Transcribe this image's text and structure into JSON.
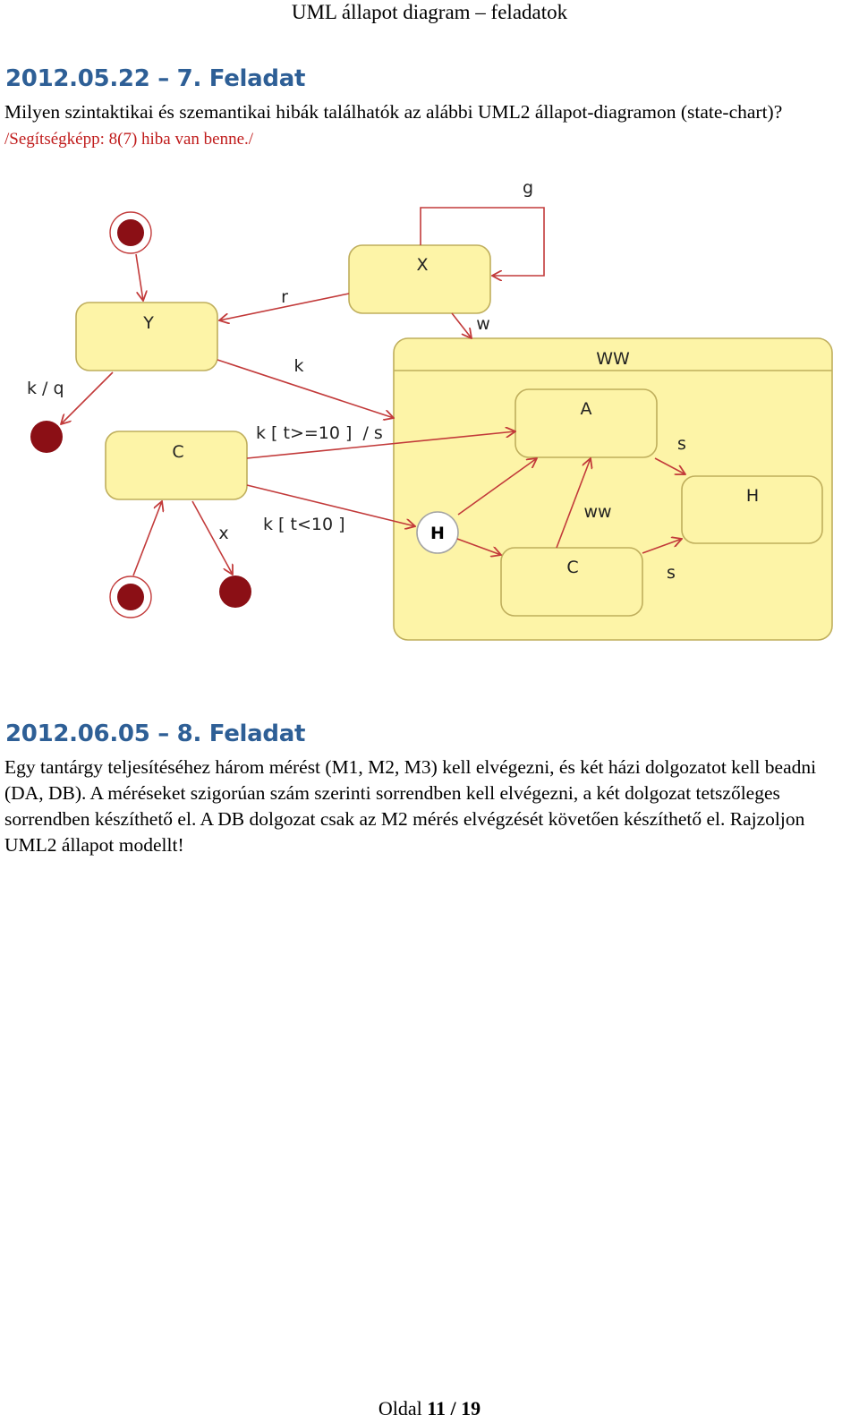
{
  "header": {
    "title": "UML állapot diagram – feladatok"
  },
  "task7": {
    "heading": "2012.05.22 – 7. Feladat",
    "text": "Milyen szintaktikai és szemantikai hibák találhatók az alábbi UML2 állapot-diagramon (state-chart)? ",
    "hint": "/Segítségképp: 8(7) hiba van benne./"
  },
  "diagram": {
    "states": {
      "x": "X",
      "y": "Y",
      "c": "C",
      "ww": "WW",
      "a": "A",
      "h_state": "H",
      "c_inner": "C"
    },
    "history": "H",
    "transitions": {
      "g": "g",
      "r": "r",
      "w": "w",
      "k": "k",
      "kq": "k / q",
      "kge10": "k [ t>=10 ]  / s",
      "klt10": "k [ t<10 ]",
      "x": "x",
      "s_top": "s",
      "ww": "ww",
      "s_bottom": "s"
    },
    "colors": {
      "state_fill": "#fdf4a7",
      "state_stroke": "#bfae5c",
      "pseudo": "#8b0f15",
      "arrow": "#c23a3a"
    }
  },
  "task8": {
    "heading": "2012.06.05 – 8. Feladat",
    "text": "Egy tantárgy teljesítéséhez három mérést (M1, M2, M3) kell elvégezni, és két házi dolgozatot kell beadni (DA, DB). A méréseket szigorúan szám szerinti sorrendben kell elvégezni, a két dolgozat tetszőleges sorrendben készíthető el. A DB dolgozat csak az M2 mérés elvégzését követően készíthető el. Rajzoljon UML2 állapot modellt!"
  },
  "footer": {
    "label": "Oldal ",
    "current": "11",
    "sep": " / ",
    "total": "19"
  }
}
